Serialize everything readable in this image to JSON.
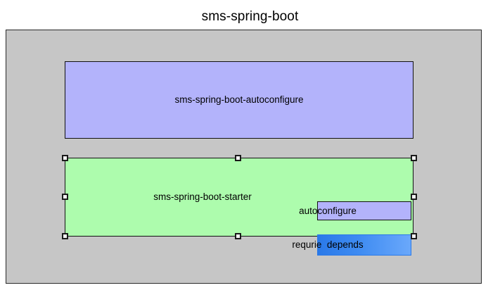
{
  "diagram": {
    "title": "sms-spring-boot",
    "canvas_background": "#c6c6c6",
    "nodes": [
      {
        "id": "autoconfigure-module",
        "label": "sms-spring-boot-autoconfigure",
        "fill": "#b3b3fb",
        "selected": false
      },
      {
        "id": "starter-module",
        "label": "sms-spring-boot-starter",
        "fill": "#adfcad",
        "selected": true
      },
      {
        "id": "autoconfigure-chip",
        "label": "autoconfigure",
        "fill": "#b3b3fb",
        "selected": false
      },
      {
        "id": "require-depends-chip",
        "label": "requrie  depends",
        "fill": "#2a79e8",
        "selected": false
      }
    ]
  }
}
